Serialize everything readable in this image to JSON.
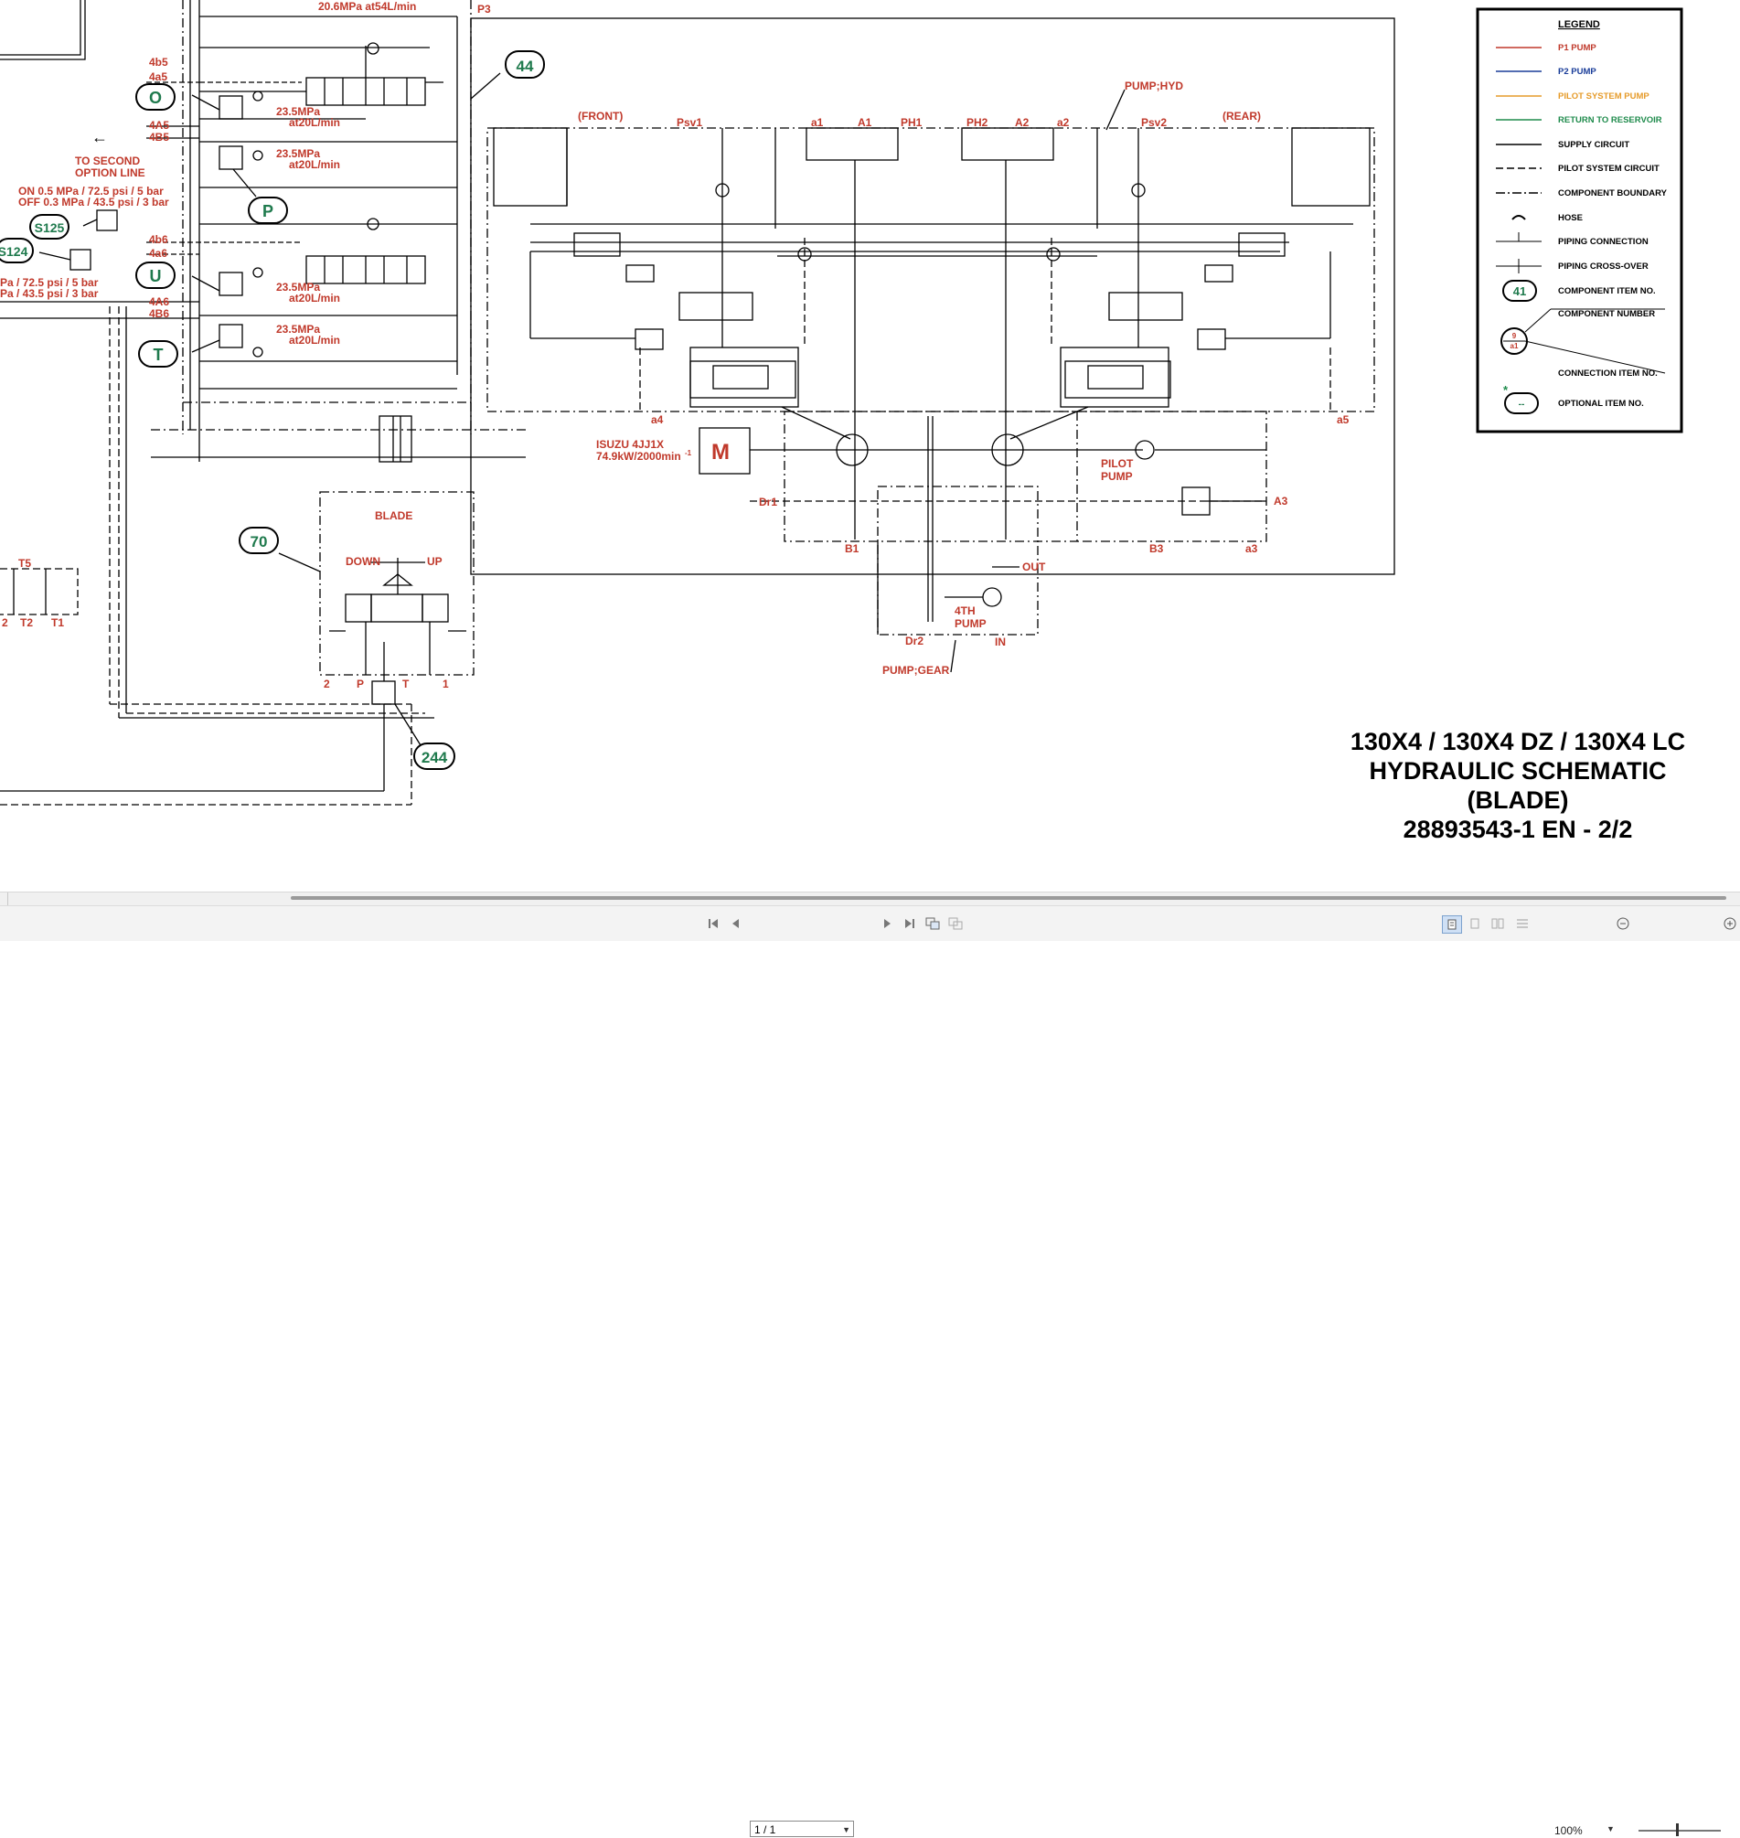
{
  "schematic": {
    "legend": {
      "title": "LEGEND",
      "items": [
        {
          "label": "P1 PUMP",
          "color": "#c0392b",
          "style": "solid"
        },
        {
          "label": "P2 PUMP",
          "color": "#1a3d99",
          "style": "solid"
        },
        {
          "label": "PILOT SYSTEM PUMP",
          "color": "#e69b2a",
          "style": "solid"
        },
        {
          "label": "RETURN TO RESERVOIR",
          "color": "#1f8b4c",
          "style": "solid"
        },
        {
          "label": "SUPPLY CIRCUIT",
          "color": "#000000",
          "style": "solid"
        },
        {
          "label": "PILOT SYSTEM CIRCUIT",
          "color": "#000000",
          "style": "dashed"
        },
        {
          "label": "COMPONENT BOUNDARY",
          "color": "#000000",
          "style": "dashdot"
        },
        {
          "label": "HOSE",
          "color": "#000000",
          "style": "hose"
        },
        {
          "label": "PIPING CONNECTION",
          "color": "#000000",
          "style": "connection"
        },
        {
          "label": "PIPING CROSS-OVER",
          "color": "#000000",
          "style": "crossover"
        },
        {
          "label": "COMPONENT ITEM NO.",
          "color": "#000000",
          "style": "bubble"
        },
        {
          "label": "COMPONENT NUMBER",
          "color": "#000000",
          "style": "text"
        },
        {
          "label": "CONNECTION ITEM NO.",
          "color": "#000000",
          "style": "circle"
        },
        {
          "label": "OPTIONAL ITEM NO.",
          "color": "#000000",
          "style": "optional"
        }
      ],
      "bubble_sample": "41",
      "circle_top": "9",
      "circle_bottom": "a1",
      "optional_star": "*",
      "optional_sample": "--"
    },
    "bubbles": {
      "b44": "44",
      "bO": "O",
      "bP": "P",
      "bU": "U",
      "bT": "T",
      "bS125": "S125",
      "bS124": "S124",
      "b70": "70",
      "b244": "244"
    },
    "valve_labels": {
      "relief_top": "20.6MPa at54L/min",
      "p3": "P3",
      "r1a": "23.5MPa",
      "r1b": "at20L/min",
      "r2a": "23.5MPa",
      "r2b": "at20L/min",
      "r3a": "23.5MPa",
      "r3b": "at20L/min",
      "r4a": "23.5MPa",
      "r4b": "at20L/min",
      "port_4b5": "4b5",
      "port_4a5": "4a5",
      "port_4A5": "4A5",
      "port_4B5": "4B5",
      "port_4b6": "4b6",
      "port_4a6": "4a6",
      "port_4A6": "4A6",
      "port_4B6": "4B6",
      "to_second_1": "TO SECOND",
      "to_second_2": "OPTION LINE",
      "arrow": "←",
      "on_line": "ON   0.5 MPa / 72.5 psi / 5 bar",
      "off_line": "OFF  0.3 MPa / 43.5 psi / 3 bar",
      "left_cut_1": "Pa / 72.5 psi / 5 bar",
      "left_cut_2": "Pa / 43.5 psi / 3 bar"
    },
    "pump_labels": {
      "pump_hyd": "PUMP;HYD",
      "front": "(FRONT)",
      "rear": "(REAR)",
      "psv1": "Psv1",
      "psv2": "Psv2",
      "a1": "a1",
      "A1": "A1",
      "PH1": "PH1",
      "PH2": "PH2",
      "A2": "A2",
      "a2": "a2",
      "a4": "a4",
      "a5": "a5",
      "engine_name": "ISUZU  4JJ1X",
      "engine_power": "74.9kW/2000min",
      "engine_power_sup": "-1",
      "motor": "M",
      "Dr1": "Dr1",
      "B1": "B1",
      "Dr2": "Dr2",
      "B3": "B3",
      "a3": "a3",
      "A3": "A3",
      "pilot_pump_1": "PILOT",
      "pilot_pump_2": "PUMP",
      "out": "OUT",
      "in": "IN",
      "fourth_1": "4TH",
      "fourth_2": "PUMP",
      "pump_gear": "PUMP;GEAR"
    },
    "blade": {
      "title": "BLADE",
      "down": "DOWN",
      "up": "UP",
      "p2": "2",
      "pP": "P",
      "pT": "T",
      "p1": "1"
    },
    "left_edge": {
      "T5": "T5",
      "T2": "T2",
      "T1": "T1",
      "cut": "2"
    },
    "title_block": {
      "line1": "130X4 / 130X4 DZ / 130X4 LC",
      "line2": "HYDRAULIC SCHEMATIC",
      "line3": "(BLADE)",
      "line4": "28893543-1 EN - 2/2"
    }
  },
  "viewer": {
    "page_field": "1 / 1",
    "zoom": "100%",
    "zoom_fraction": 0.45
  }
}
